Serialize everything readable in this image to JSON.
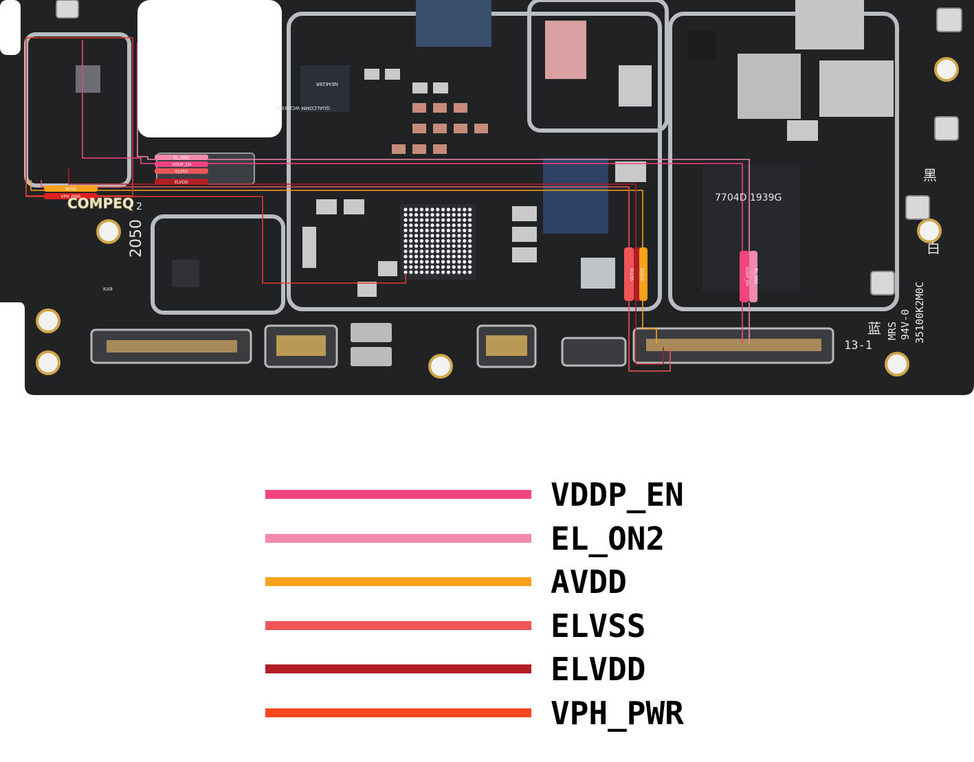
{
  "board": {
    "marks": {
      "brand": "COMPEQ",
      "code": "2050",
      "code_sub": "2",
      "mrs": "MRS",
      "rating": "94V-0",
      "serial": "35100K2M0C",
      "batch": "13-1",
      "lan": "蓝",
      "hei": "黑",
      "bai": "白",
      "chip_wcd": "QUALCOMM WCD9380",
      "chip_ne": "NE4628R",
      "chip_mem": "7704D 1939G",
      "chip_ka": "KA9"
    },
    "pad_labels": {
      "el_on2": "EL_ON2",
      "vddp_en": "VDDP_EN",
      "elvss": "ELVSS",
      "elvdd": "ELVDD",
      "avdd": "AVDD",
      "vph_pwr": "VPH_PWR",
      "elvss_v": "ELVSS",
      "elvdd_v": "ELVDD",
      "vddp_en_v": "VDDP_EN",
      "el_on2_v": "EL_ON2"
    }
  },
  "legend": [
    {
      "label": "VDDP_EN",
      "color": "#f2447e"
    },
    {
      "label": "EL_ON2",
      "color": "#f28aad"
    },
    {
      "label": "AVDD",
      "color": "#f7a21a"
    },
    {
      "label": "ELVSS",
      "color": "#ee5559"
    },
    {
      "label": "ELVDD",
      "color": "#b01e24"
    },
    {
      "label": "VPH_PWR",
      "color": "#f5471d"
    }
  ]
}
